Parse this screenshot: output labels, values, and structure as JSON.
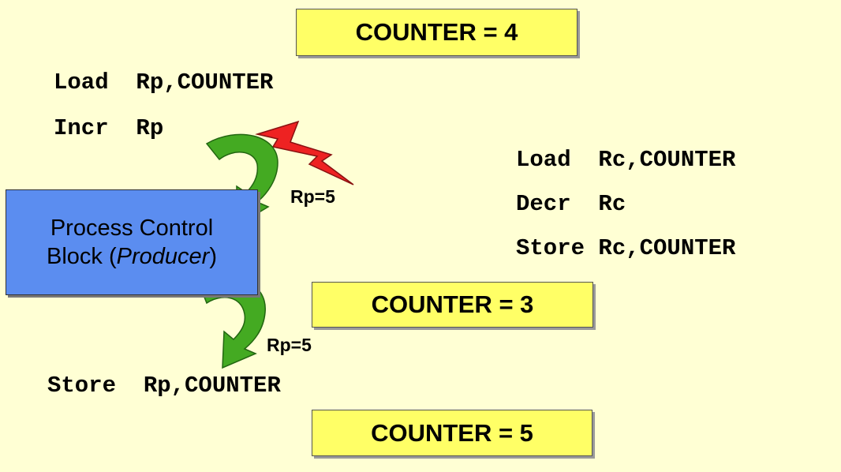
{
  "counter_boxes": {
    "top": "COUNTER = 4",
    "middle": "COUNTER = 3",
    "bottom": "COUNTER = 5"
  },
  "producer_code": {
    "load": "Load  Rp,COUNTER",
    "incr": "Incr  Rp",
    "store": "Store  Rp,COUNTER"
  },
  "consumer_code": {
    "load": "Load  Rc,COUNTER",
    "decr": "Decr  Rc",
    "store": "Store Rc,COUNTER"
  },
  "pcb": {
    "line1": "Process Control",
    "line2_prefix": "Block (",
    "line2_italic": "Producer",
    "line2_suffix": ")"
  },
  "register_labels": {
    "save": "Rp=5",
    "restore": "Rp=5"
  },
  "colors": {
    "background": "#ffffd4",
    "counter_box": "#ffff66",
    "pcb": "#5b8df0",
    "arrow": "#44aa22",
    "lightning": "#ee2222"
  }
}
